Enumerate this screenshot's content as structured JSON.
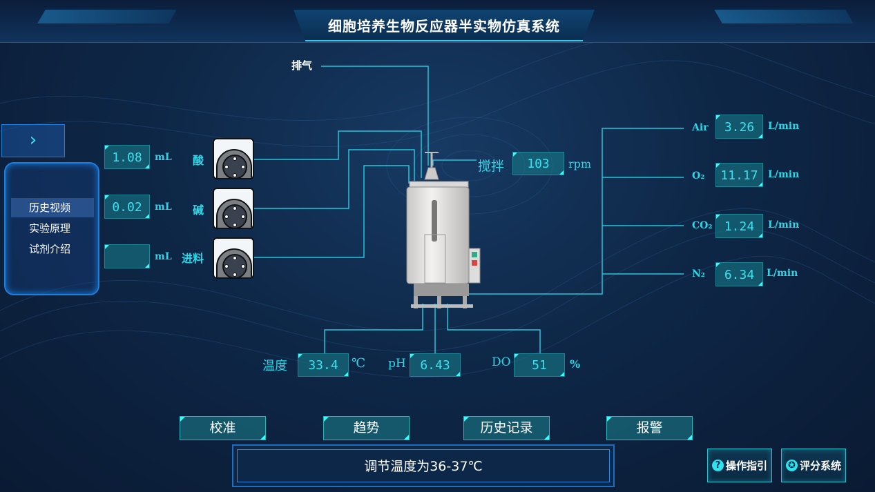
{
  "header": {
    "title": "细胞培养生物反应器半实物仿真系统"
  },
  "sidebar": {
    "expand_icon": "chevron-right-icon",
    "items": [
      {
        "label": "历史视频"
      },
      {
        "label": "实验原理"
      },
      {
        "label": "试剂介绍"
      }
    ]
  },
  "pumps": [
    {
      "value": "1.08",
      "unit": "mL",
      "label": "酸"
    },
    {
      "value": "0.02",
      "unit": "mL",
      "label": "碱"
    },
    {
      "value": "",
      "unit": "mL",
      "label": "进料"
    }
  ],
  "exhaust_label": "排气",
  "stirring": {
    "label": "搅拌",
    "value": "103",
    "unit": "rpm"
  },
  "gases": [
    {
      "label": "Air",
      "value": "3.26",
      "unit": "L/min"
    },
    {
      "label": "O₂",
      "value": "11.17",
      "unit": "L/min"
    },
    {
      "label": "CO₂",
      "value": "1.24",
      "unit": "L/min"
    },
    {
      "label": "N₂",
      "value": "6.34",
      "unit": "L/min"
    }
  ],
  "sensors": {
    "temperature": {
      "label": "温度",
      "value": "33.4",
      "unit": "℃"
    },
    "ph": {
      "label": "pH",
      "value": "6.43"
    },
    "do": {
      "label": "DO",
      "value": "51",
      "unit": "%"
    }
  },
  "buttons": {
    "calibrate": "校准",
    "trend": "趋势",
    "history": "历史记录",
    "alarm": "报警"
  },
  "message": "调节温度为36-37℃",
  "corner_buttons": {
    "guide": "操作指引",
    "guide_icon": "question-circle-icon",
    "score": "评分系统",
    "score_icon": "award-icon"
  },
  "colors": {
    "accent": "#2ad8e8",
    "background": "#0e2747"
  }
}
